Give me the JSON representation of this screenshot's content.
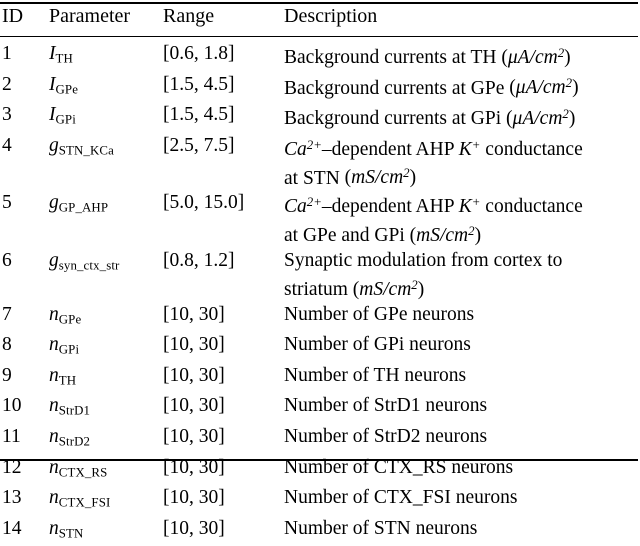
{
  "table": {
    "caption_rules": [
      "top",
      "header",
      "bottom"
    ],
    "columns": [
      {
        "key": "id",
        "label": "ID"
      },
      {
        "key": "parameter",
        "label": "Parameter"
      },
      {
        "key": "range",
        "label": "Range"
      },
      {
        "key": "description",
        "label": "Description"
      }
    ],
    "rows": [
      {
        "id": "1",
        "param_base": "I",
        "param_sub": "TH",
        "range": "[0.6, 1.8]",
        "desc_text": "Background currents at TH",
        "desc_unit": "μA/cm",
        "desc_unit_exp": "2",
        "lines": 1
      },
      {
        "id": "2",
        "param_base": "I",
        "param_sub": "GPe",
        "range": "[1.5, 4.5]",
        "desc_text": "Background currents at GPe",
        "desc_unit": "μA/cm",
        "desc_unit_exp": "2",
        "lines": 1
      },
      {
        "id": "3",
        "param_base": "I",
        "param_sub": "GPi",
        "range": "[1.5, 4.5]",
        "desc_text": "Background currents at GPi",
        "desc_unit": "μA/cm",
        "desc_unit_exp": "2",
        "lines": 1
      },
      {
        "id": "4",
        "param_base": "g",
        "param_sub": "STN_KCa",
        "range": "[2.5, 7.5]",
        "desc_line1_ion": "Ca",
        "desc_line1_ion_exp": "2+",
        "desc_line1_rest": "–dependent AHP",
        "desc_line1_ion2": "K",
        "desc_line1_ion2_exp": "+",
        "desc_line1_tail": "conductance",
        "desc_line2_text": "at STN",
        "desc_unit": "mS/cm",
        "desc_unit_exp": "2",
        "lines": 2
      },
      {
        "id": "5",
        "param_base": "g",
        "param_sub": "GP_AHP",
        "range": "[5.0, 15.0]",
        "desc_line1_ion": "Ca",
        "desc_line1_ion_exp": "2+",
        "desc_line1_rest": "–dependent AHP",
        "desc_line1_ion2": "K",
        "desc_line1_ion2_exp": "+",
        "desc_line1_tail": "conductance",
        "desc_line2_text": "at GPe and GPi",
        "desc_unit": "mS/cm",
        "desc_unit_exp": "2",
        "lines": 2
      },
      {
        "id": "6",
        "param_base": "g",
        "param_sub": "syn_ctx_str",
        "range": "[0.8, 1.2]",
        "desc_line1_plain": "Synaptic modulation from cortex to",
        "desc_line2_text": "striatum",
        "desc_unit": "mS/cm",
        "desc_unit_exp": "2",
        "lines": 2
      },
      {
        "id": "7",
        "param_base": "n",
        "param_sub": "GPe",
        "range": "[10, 30]",
        "desc_plain": "Number of GPe neurons",
        "lines": 1
      },
      {
        "id": "8",
        "param_base": "n",
        "param_sub": "GPi",
        "range": "[10, 30]",
        "desc_plain": "Number of GPi neurons",
        "lines": 1
      },
      {
        "id": "9",
        "param_base": "n",
        "param_sub": "TH",
        "range": "[10, 30]",
        "desc_plain": "Number of TH neurons",
        "lines": 1
      },
      {
        "id": "10",
        "param_base": "n",
        "param_sub": "StrD1",
        "range": "[10, 30]",
        "desc_plain": "Number of StrD1 neurons",
        "lines": 1
      },
      {
        "id": "11",
        "param_base": "n",
        "param_sub": "StrD2",
        "range": "[10, 30]",
        "desc_plain": "Number of StrD2 neurons",
        "lines": 1
      },
      {
        "id": "12",
        "param_base": "n",
        "param_sub": "CTX_RS",
        "range": "[10, 30]",
        "desc_plain": "Number of CTX_RS neurons",
        "lines": 1
      },
      {
        "id": "13",
        "param_base": "n",
        "param_sub": "CTX_FSI",
        "range": "[10, 30]",
        "desc_plain": "Number of CTX_FSI neurons",
        "lines": 1
      },
      {
        "id": "14",
        "param_base": "n",
        "param_sub": "STN",
        "range": "[10, 30]",
        "desc_plain": "Number of STN neurons",
        "lines": 1
      }
    ]
  }
}
